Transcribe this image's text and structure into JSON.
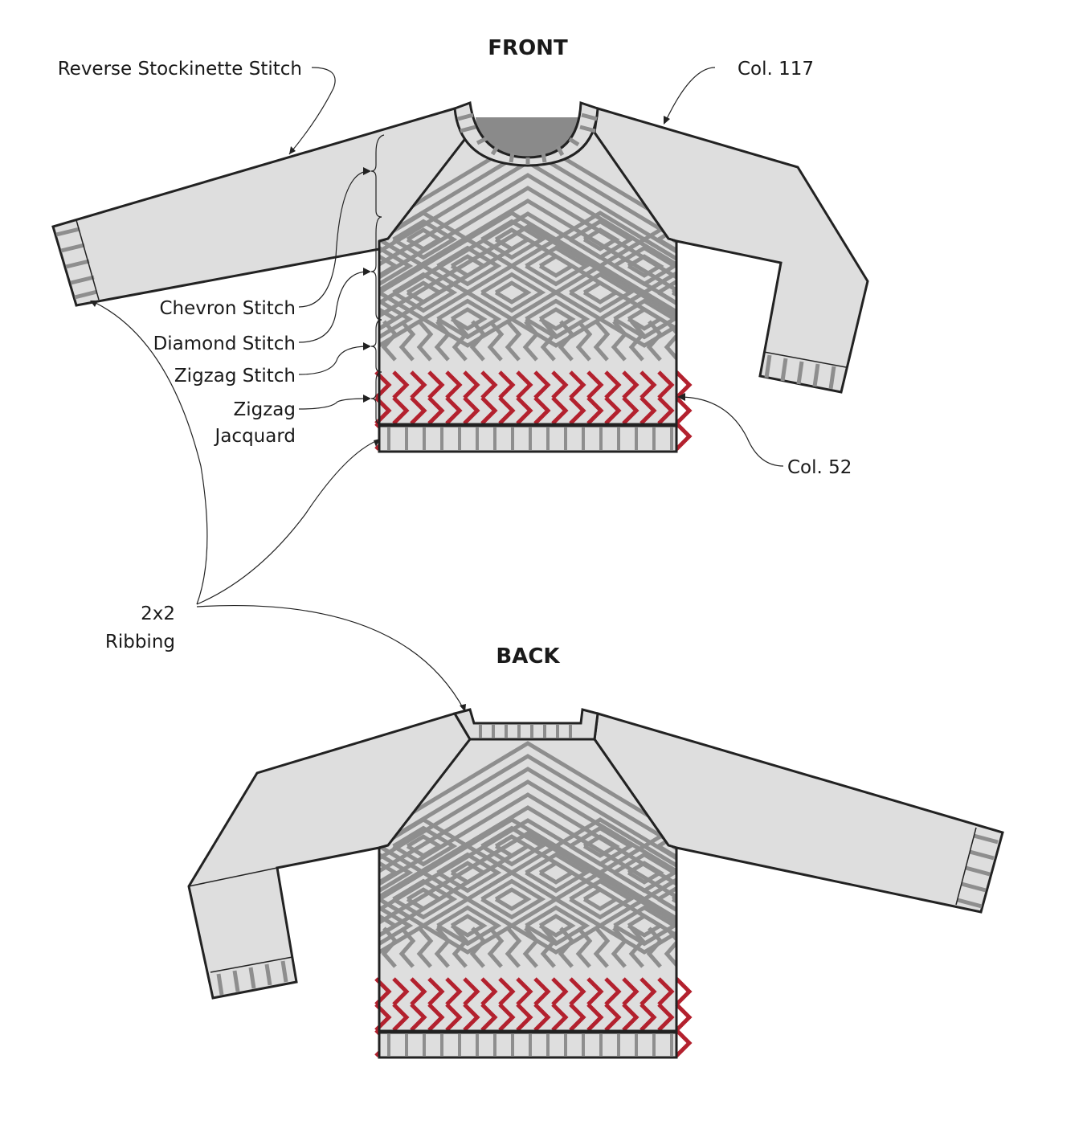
{
  "titles": {
    "front": "FRONT",
    "back": "BACK"
  },
  "labels": {
    "reverse_stockinette": "Reverse Stockinette Stitch",
    "col_117": "Col. 117",
    "chevron": "Chevron Stitch",
    "diamond": "Diamond Stitch",
    "zigzag_stitch": "Zigzag Stitch",
    "zigzag_jacquard_1": "Zigzag",
    "zigzag_jacquard_2": "Jacquard",
    "col_52": "Col. 52",
    "ribbing_1": "2x2",
    "ribbing_2": "Ribbing"
  },
  "colors": {
    "fabric": "#dedede",
    "pattern": "#8e8e8e",
    "jacquard": "#b3212e",
    "neck_inside": "#8a8a8a",
    "outline": "#222222"
  }
}
